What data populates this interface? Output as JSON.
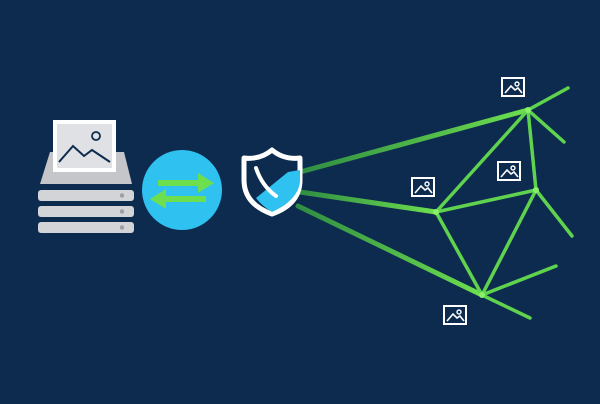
{
  "colors": {
    "background": "#0d2b4e",
    "server_body": "#bfc1c4",
    "server_slot": "#d7d9dc",
    "image_frame": "#ffffff",
    "sync_circle": "#2fc1ef",
    "arrow_green": "#6ddf4f",
    "shield_white": "#ffffff",
    "shield_blue": "#2fc1ef",
    "network_green": "#6ddf4f",
    "network_green_dark": "#2f8d43",
    "thumbnail_white": "#ffffff"
  },
  "diagram": {
    "components": [
      {
        "name": "image-server",
        "icon": "server-with-image-icon"
      },
      {
        "name": "sync-exchange",
        "icon": "two-way-arrows-icon"
      },
      {
        "name": "security-shield",
        "icon": "shield-icon"
      },
      {
        "name": "cdn-network",
        "icon": "network-mesh-icon"
      }
    ],
    "image_thumbnails": 4
  }
}
